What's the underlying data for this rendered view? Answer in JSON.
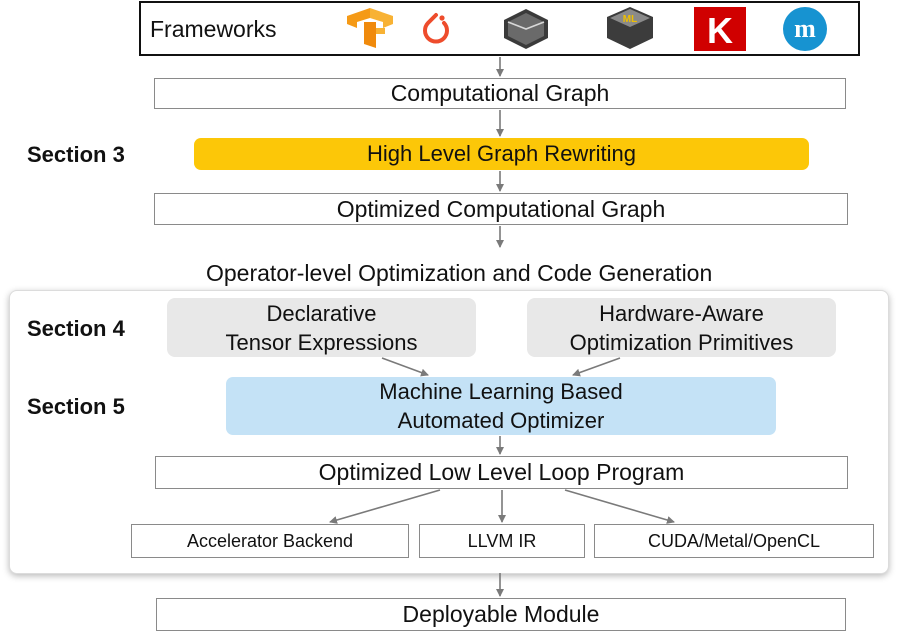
{
  "frameworks": {
    "label": "Frameworks",
    "logos": [
      {
        "name": "tensorflow-logo",
        "color": "#f59a16"
      },
      {
        "name": "pytorch-logo",
        "color": "#ee4c2c"
      },
      {
        "name": "onnx-logo",
        "color": "#444444"
      },
      {
        "name": "coreml-logo",
        "color": "#4a4a4a",
        "text": "ML"
      },
      {
        "name": "keras-logo",
        "color": "#d00000",
        "text": "K"
      },
      {
        "name": "mxnet-logo",
        "color": "#1793d1",
        "text": "m"
      }
    ]
  },
  "nodes": {
    "computational_graph": "Computational Graph",
    "graph_rewriting": "High Level Graph Rewriting",
    "optimized_graph": "Optimized Computational Graph",
    "operator_heading": "Operator-level Optimization and Code Generation",
    "declarative_line1": "Declarative",
    "declarative_line2": "Tensor Expressions",
    "hardware_line1": "Hardware-Aware",
    "hardware_line2": "Optimization Primitives",
    "ml_line1": "Machine Learning Based",
    "ml_line2": "Automated Optimizer",
    "loop_program": "Optimized Low Level Loop Program",
    "accelerator": "Accelerator Backend",
    "llvm": "LLVM IR",
    "cuda": "CUDA/Metal/OpenCL",
    "deployable": "Deployable Module"
  },
  "sections": {
    "s3": "Section 3",
    "s4": "Section 4",
    "s5": "Section 5"
  },
  "colors": {
    "rewrite": "#fcc708",
    "operator_inputs": "#e8e8e8",
    "optimizer": "#c4e2f6",
    "arrow": "#7a7a7a"
  }
}
